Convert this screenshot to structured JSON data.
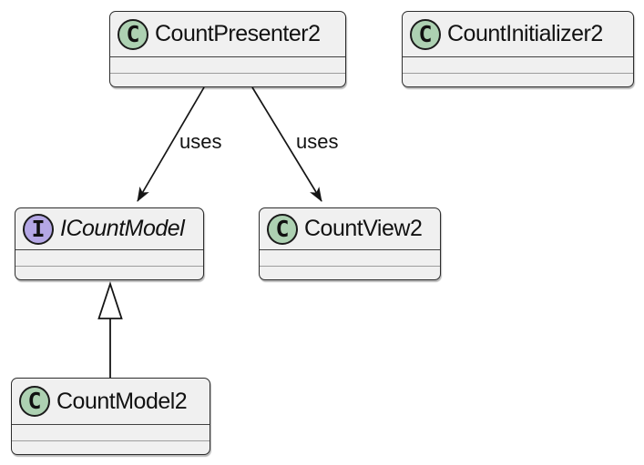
{
  "diagram": {
    "kind": "uml-class-diagram",
    "background_color": "#ffffff",
    "colors": {
      "node_fill": "#f0f0f0",
      "node_border": "#2d2d2d",
      "class_icon_fill": "#ADD1B2",
      "interface_icon_fill": "#B4A7E5",
      "edge_line": "#151515"
    },
    "nodes": [
      {
        "id": "CountPresenter2",
        "stereotype": "class",
        "letter": "C",
        "name": "CountPresenter2"
      },
      {
        "id": "CountInitializer2",
        "stereotype": "class",
        "letter": "C",
        "name": "CountInitializer2"
      },
      {
        "id": "ICountModel",
        "stereotype": "interface",
        "letter": "I",
        "name": "ICountModel"
      },
      {
        "id": "CountView2",
        "stereotype": "class",
        "letter": "C",
        "name": "CountView2"
      },
      {
        "id": "CountModel2",
        "stereotype": "class",
        "letter": "C",
        "name": "CountModel2"
      }
    ],
    "edges": [
      {
        "from": "CountPresenter2",
        "to": "ICountModel",
        "label": "uses",
        "type": "directed-arrow"
      },
      {
        "from": "CountPresenter2",
        "to": "CountView2",
        "label": "uses",
        "type": "directed-arrow"
      },
      {
        "from": "CountModel2",
        "to": "ICountModel",
        "label": "",
        "type": "realization"
      }
    ]
  }
}
